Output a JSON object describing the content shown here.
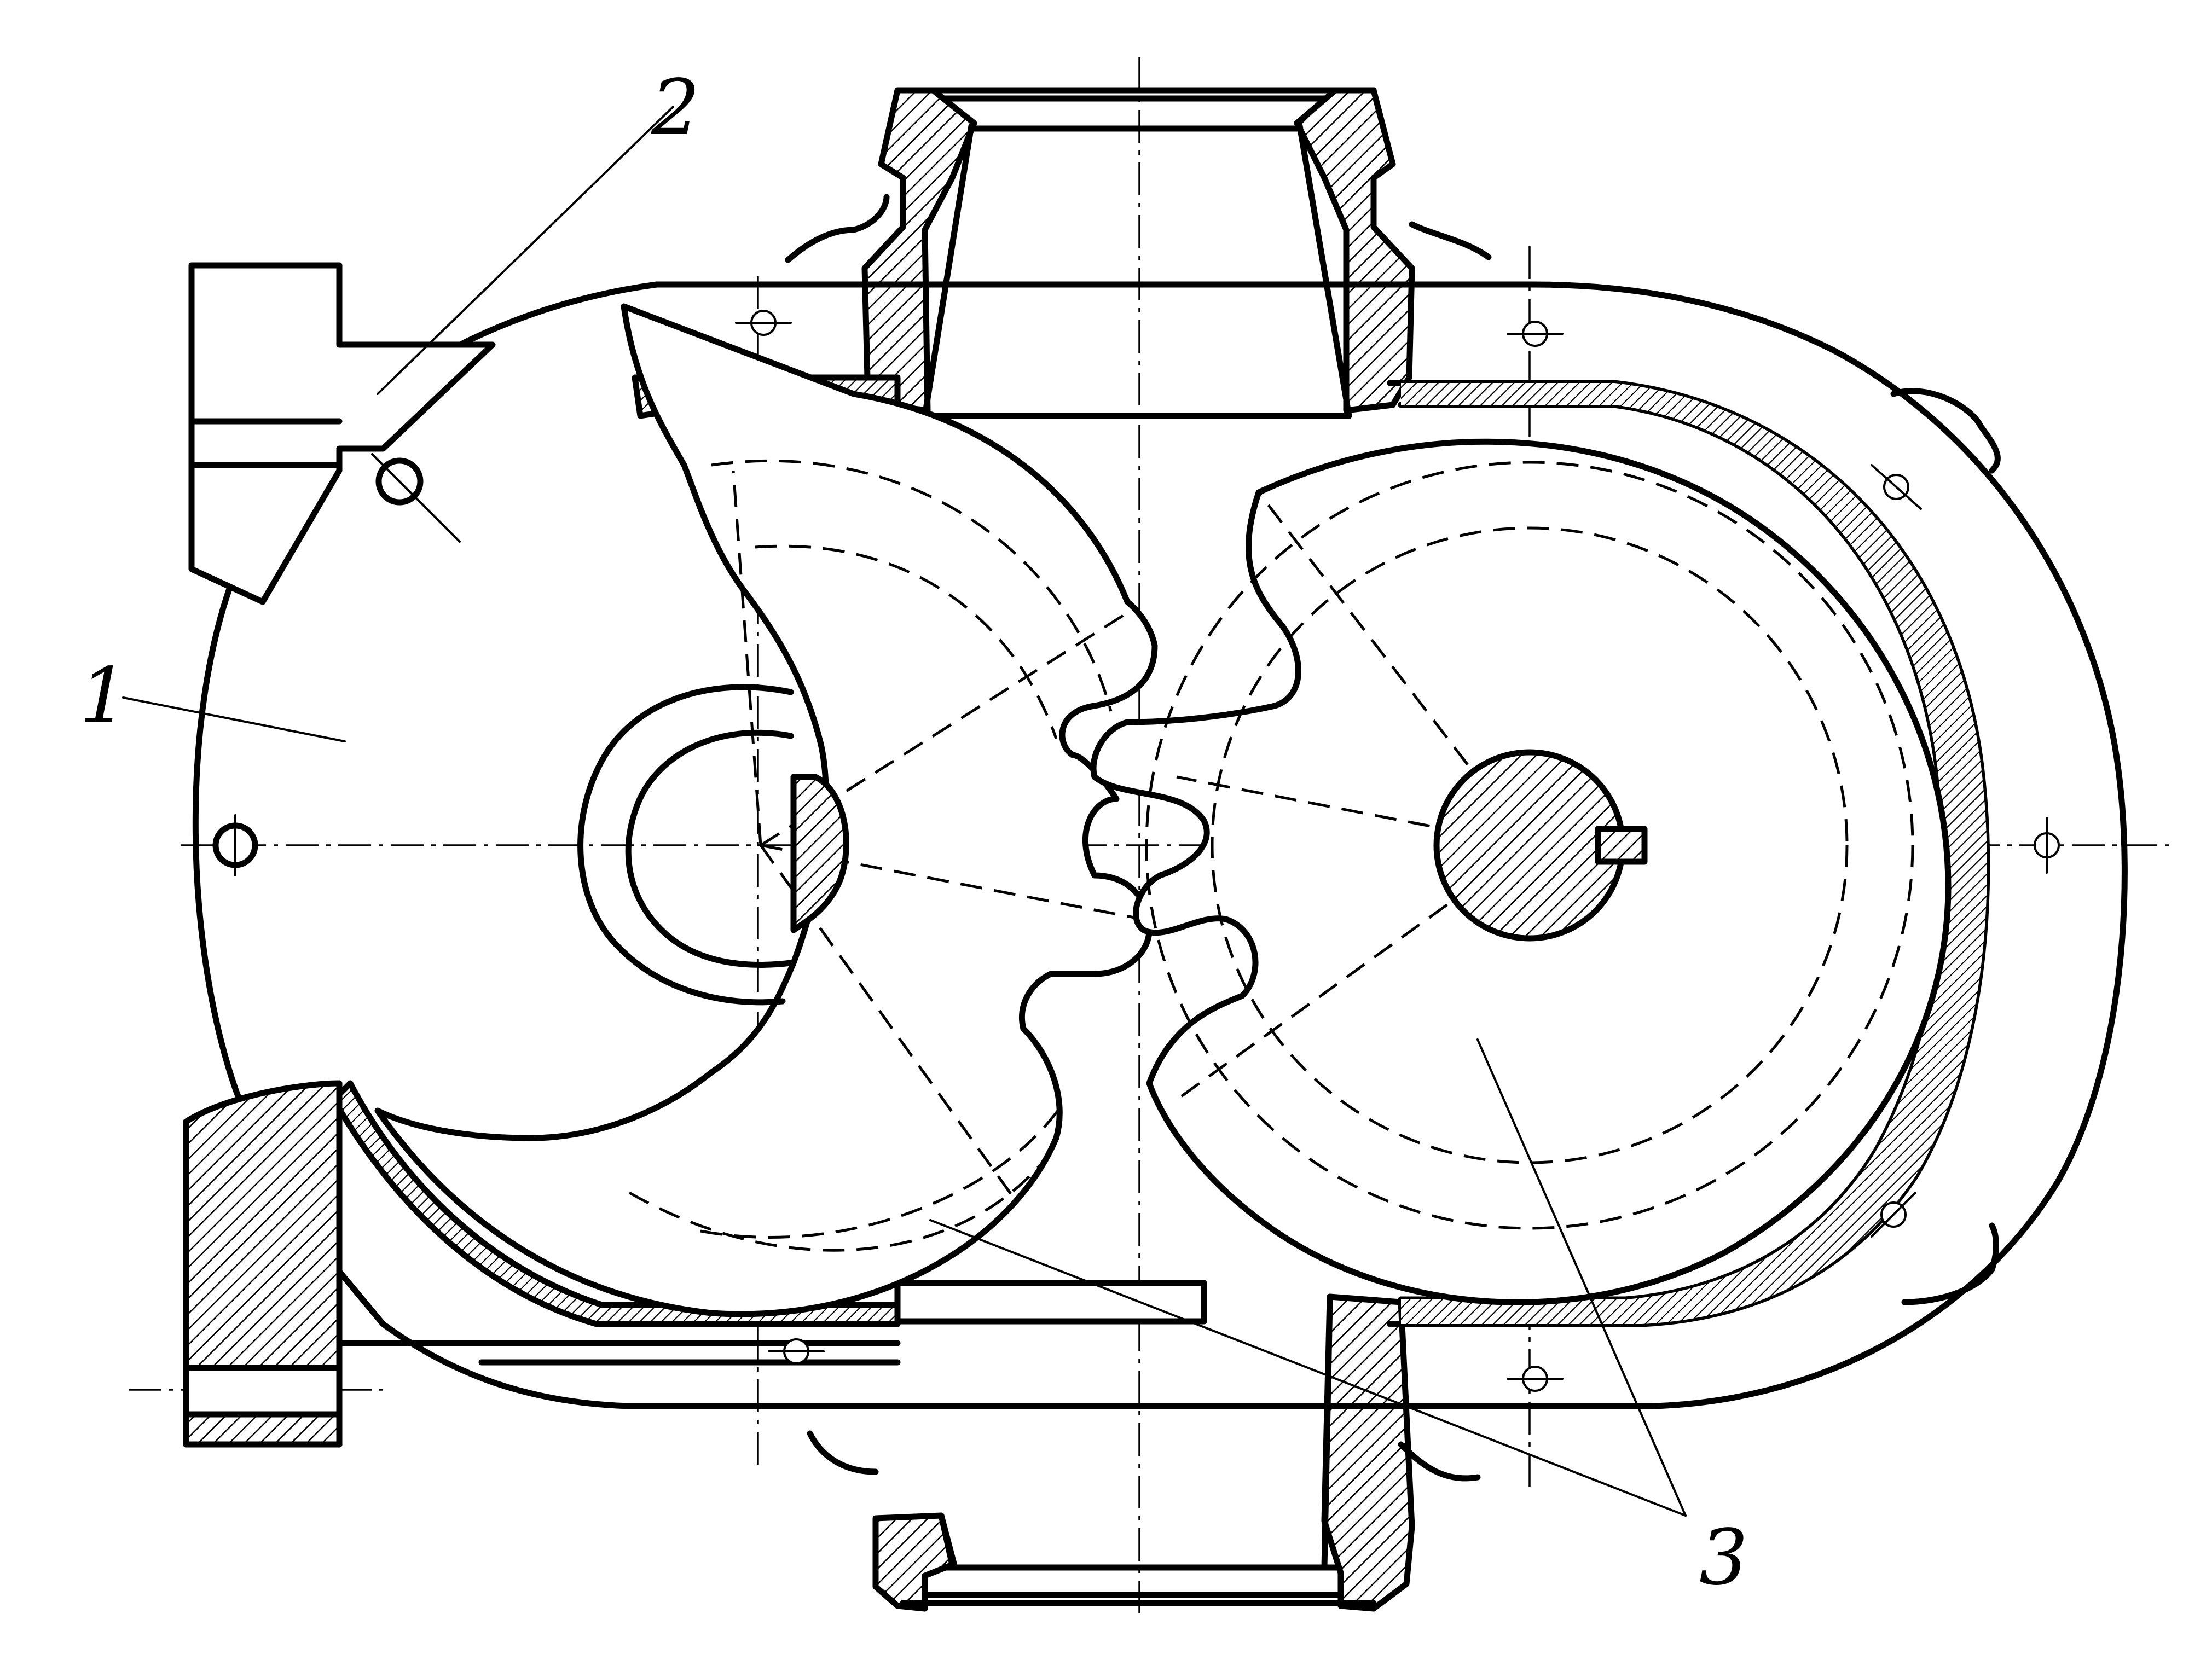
{
  "labels": {
    "housing": "1",
    "gearbox": "2",
    "rotors": "3"
  }
}
